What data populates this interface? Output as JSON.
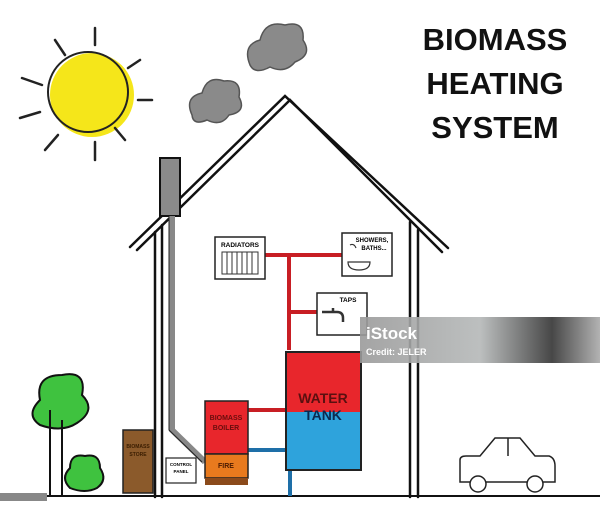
{
  "title": {
    "line1": "BIOMASS",
    "line2": "HEATING",
    "line3": "SYSTEM"
  },
  "labels": {
    "radiators": "RADIATORS",
    "showers": "SHOWERS,",
    "baths": "BATHS...",
    "taps": "TAPS",
    "water": "WATER",
    "tank": "TANK",
    "biomass": "BIOMASS",
    "boiler": "BOILER",
    "fire": "FIRE",
    "control": "CONTROL",
    "panel": "PANEL",
    "store_biomass": "BIOMASS",
    "store": "STORE"
  },
  "watermark": {
    "brand": "iStock",
    "credit": "Credit: JELER"
  },
  "colors": {
    "hot": "#e8262c",
    "cold": "#2ea3dc",
    "fire": "#e87a1e",
    "sun": "#f5e61a",
    "tree": "#3fc23f",
    "store": "#8b5a2b",
    "smoke": "#8a8a8a"
  }
}
